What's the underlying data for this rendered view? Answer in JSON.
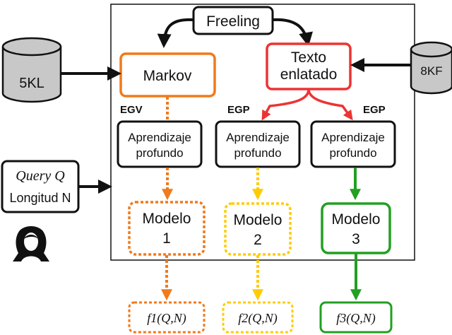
{
  "nodes": {
    "freeling": "Freeling",
    "markov": "Markov",
    "texto_line1": "Texto",
    "texto_line2": "enlatado",
    "db_5kl": "5KL",
    "db_8kf": "8KF",
    "query_line1": "Query Q",
    "query_line2": "Longitud N",
    "deep1_line1": "Aprendizaje",
    "deep1_line2": "profundo",
    "deep2_line1": "Aprendizaje",
    "deep2_line2": "profundo",
    "deep3_line1": "Aprendizaje",
    "deep3_line2": "profundo",
    "modelo1_line1": "Modelo",
    "modelo1_line2": "1",
    "modelo2_line1": "Modelo",
    "modelo2_line2": "2",
    "modelo3_line1": "Modelo",
    "modelo3_line2": "3",
    "f1": "f1(Q,N)",
    "f2": "f2(Q,N)",
    "f3": "f3(Q,N)"
  },
  "labels": {
    "egv": "EGV",
    "egp_left": "EGP",
    "egp_right": "EGP"
  },
  "colors": {
    "orange": "#F07A1C",
    "yellow": "#FFCC00",
    "green": "#22A022",
    "red": "#EE3333",
    "black": "#111111",
    "db_fill": "#C8C8C8"
  },
  "icons": {
    "user": "user-silhouette-icon"
  }
}
